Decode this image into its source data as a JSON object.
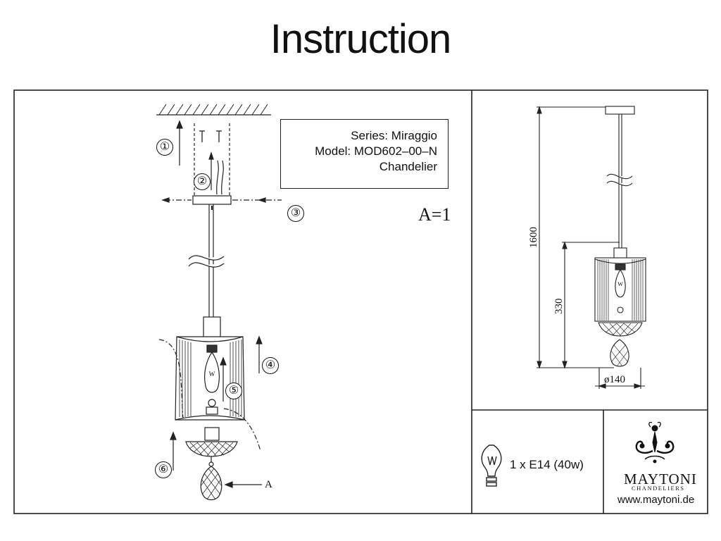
{
  "title": "Instruction",
  "info": {
    "series": "Series: Miraggio",
    "model": "Model: MOD602–00–N",
    "type": "Chandelier"
  },
  "scale": "A=1",
  "steps": [
    "①",
    "②",
    "③",
    "④",
    "⑤",
    "⑥"
  ],
  "detail_label": "A",
  "bulb_mark": "W",
  "dimensions": {
    "total_height": "1600",
    "shade_height": "330",
    "diameter": "ø140"
  },
  "bulb_spec": "1 x E14 (40w)",
  "brand": {
    "name": "MAYTONI",
    "subtitle": "CHANDELIERS",
    "website": "www.maytoni.de"
  }
}
